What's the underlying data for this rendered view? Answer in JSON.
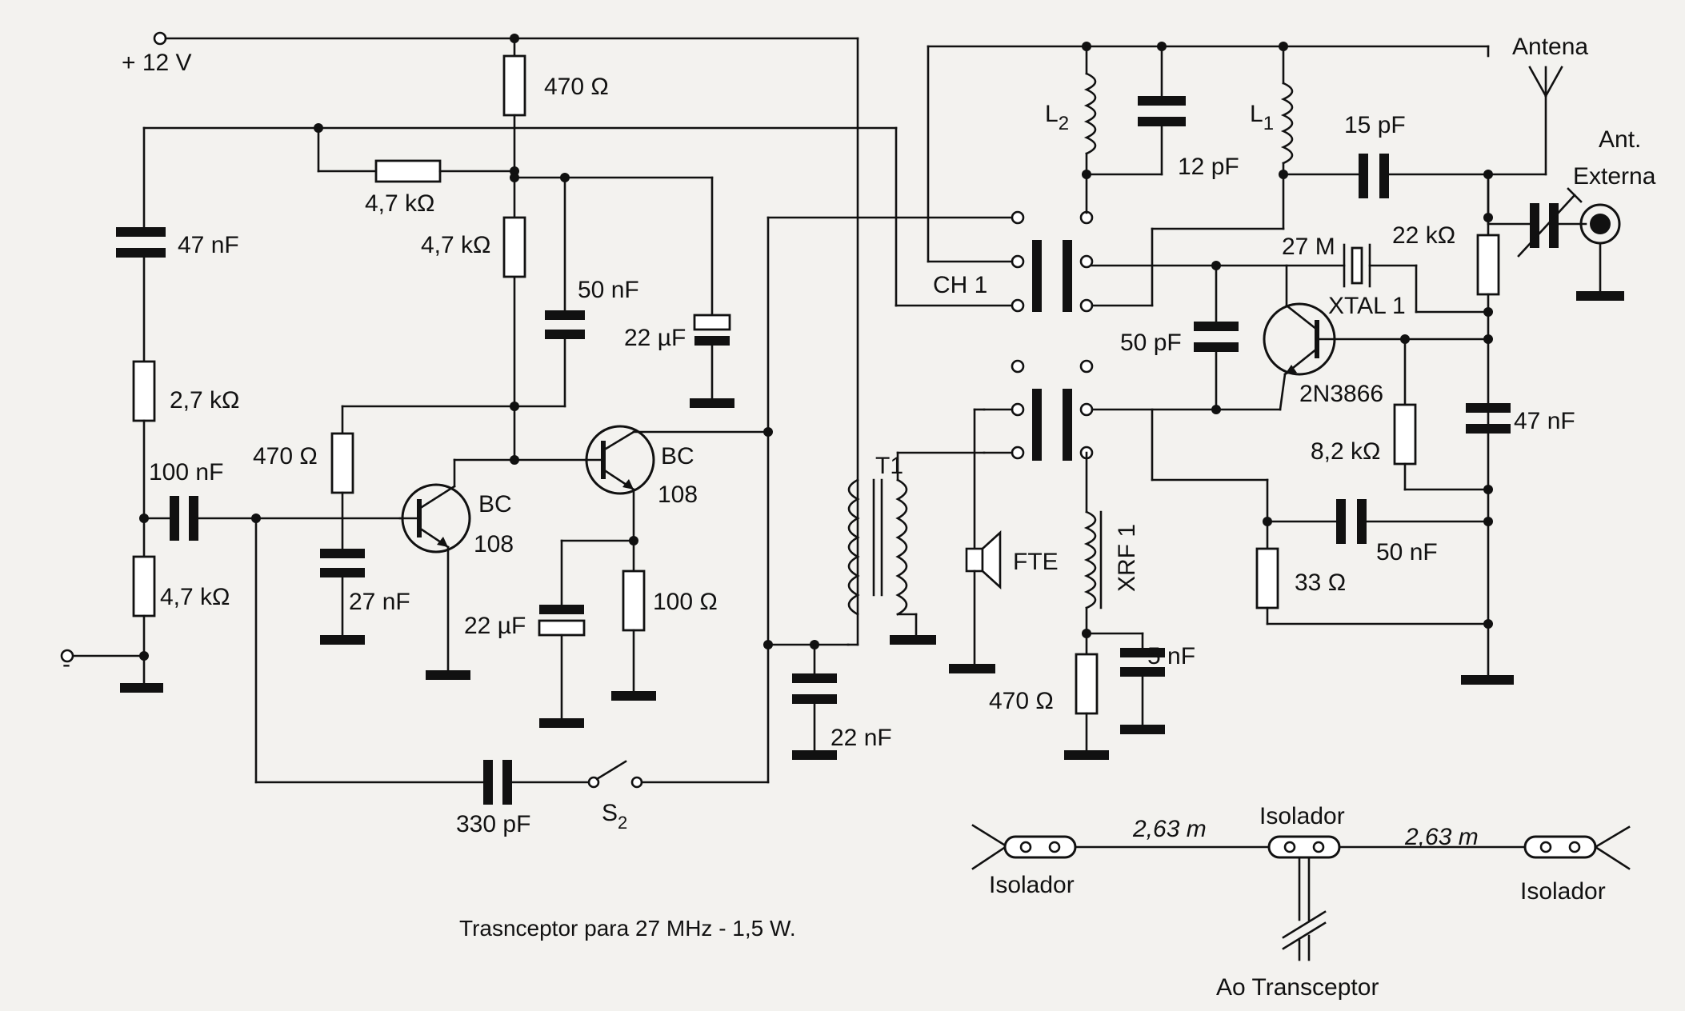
{
  "title": "Trasnceptor para 27 MHz - 1,5 W.",
  "supply": {
    "positive": "+ 12 V",
    "negative": "-"
  },
  "resistors": {
    "r470_top": "470 Ω",
    "r4k7_h": "4,7 kΩ",
    "r4k7_v": "4,7 kΩ",
    "r2k7": "2,7 kΩ",
    "r4k7_low": "4,7 kΩ",
    "r470_base": "470 Ω",
    "r100": "100 Ω",
    "r22k": "22 kΩ",
    "r8k2": "8,2 kΩ",
    "r33": "33 Ω",
    "r470_xrf": "470 Ω"
  },
  "capacitors": {
    "c47n_left": "47 nF",
    "c100n": "100 nF",
    "c27n": "27 nF",
    "c50n_top": "50 nF",
    "c22u_top": "22 µF",
    "c22u_low": "22 µF",
    "c22n": "22 nF",
    "c330p": "330 pF",
    "c12p": "12 pF",
    "c15p": "15 pF",
    "c50p": "50 pF",
    "c47n_right": "47 nF",
    "c50n_right": "50 nF",
    "c5n": "5 nF"
  },
  "transistors": {
    "q1_type": "BC",
    "q1_num": "108",
    "q2_type": "BC",
    "q2_num": "108",
    "q3": "2N3866"
  },
  "inductors": {
    "l1_main": "L",
    "l1_sub": "1",
    "l2_main": "L",
    "l2_sub": "2",
    "xrf": "XRF 1"
  },
  "others": {
    "t1": "T1",
    "ch1": "CH 1",
    "fte": "FTE",
    "s2_main": "S",
    "s2_sub": "2",
    "crystal_freq": "27 M",
    "crystal_name": "XTAL 1",
    "antenna": "Antena",
    "ext_antenna_1": "Ant.",
    "ext_antenna_2": "Externa"
  },
  "antenna_detail": {
    "length_left": "2,63 m",
    "length_right": "2,63 m",
    "insulator_left": "Isolador",
    "insulator_center": "Isolador",
    "insulator_right": "Isolador",
    "to_transceiver": "Ao Transceptor"
  }
}
